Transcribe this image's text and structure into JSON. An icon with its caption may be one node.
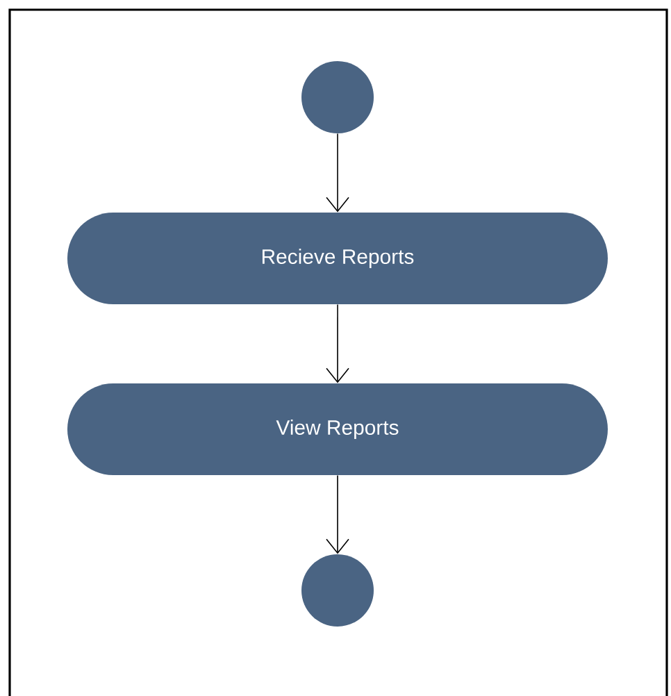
{
  "diagram": {
    "nodes": [
      {
        "text": [],
        "shape": "circle"
      },
      {
        "text": [
          "Recieve Reports"
        ]
      },
      {
        "text": [
          "View Reports"
        ]
      },
      {
        "text": [],
        "shape": "circle"
      }
    ],
    "edges": [
      {
        "from": 0,
        "to": 1,
        "arrow": "to"
      },
      {
        "from": 1,
        "to": 2,
        "arrow": "to"
      },
      {
        "from": 2,
        "to": 3,
        "arrow": "to"
      }
    ]
  }
}
